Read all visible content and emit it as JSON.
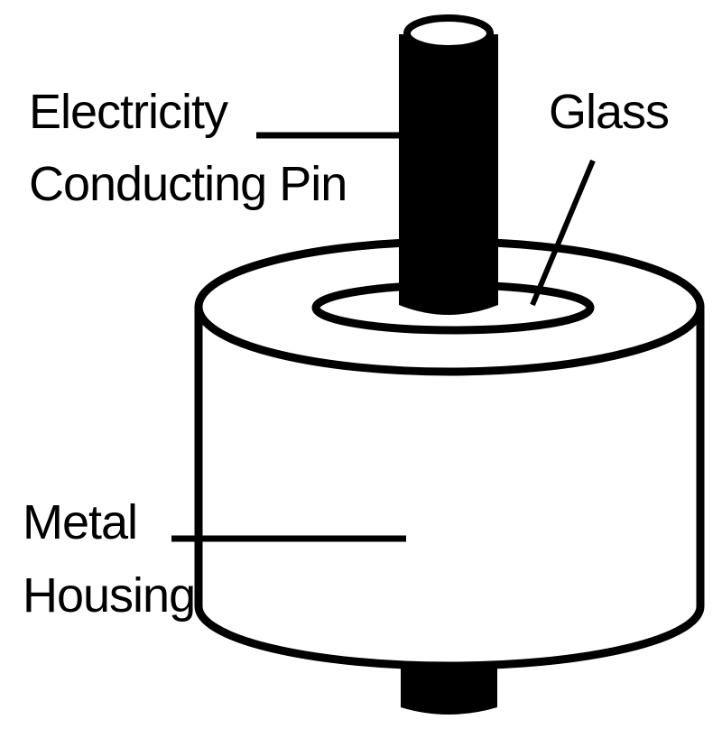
{
  "labels": {
    "pin_line1": "Electricity",
    "pin_line2": "Conducting Pin",
    "glass": "Glass",
    "housing_line1": "Metal",
    "housing_line2": "Housing"
  },
  "colors": {
    "stroke": "#000000",
    "fill": "#ffffff",
    "pin": "#000000"
  }
}
